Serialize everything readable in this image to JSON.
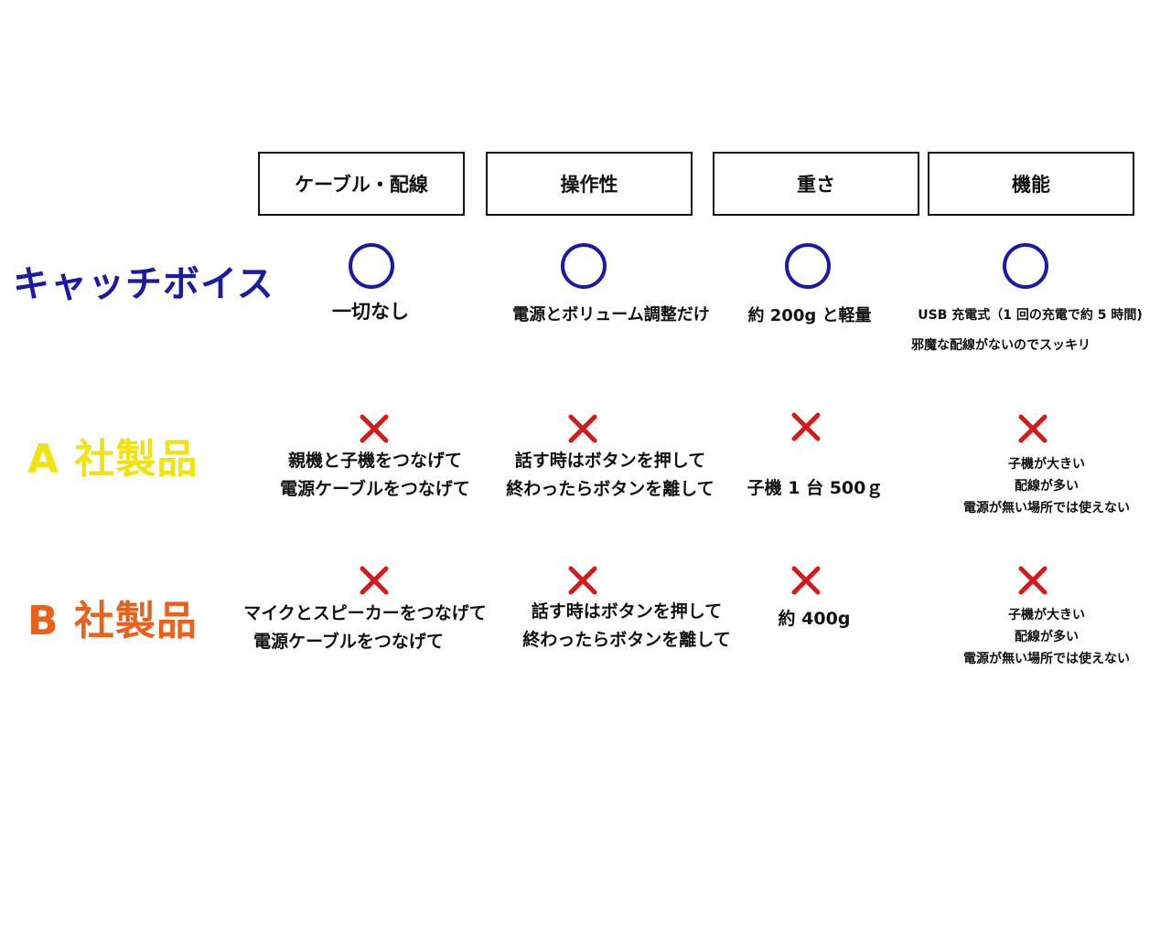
{
  "headers": [
    "ケーブル・配線",
    "操作性",
    "重さ",
    "機能"
  ],
  "colors": {
    "catchvoice_label": "#1a1aa8",
    "company_a_label": "#f2e20e",
    "company_b_label": "#e8621e",
    "circle": "#1a1aa8",
    "cross": "#d61a1a"
  },
  "rows": {
    "catchvoice": {
      "label": "キャッチボイス",
      "mark": "circle-icon",
      "cells": [
        [
          "一切なし"
        ],
        [
          "電源とボリューム調整だけ"
        ],
        [
          "約 200g と軽量"
        ],
        [
          "USB 充電式（1 回の充電で約 5 時間)",
          "邪魔な配線がないのでスッキリ"
        ]
      ]
    },
    "company_a": {
      "label": "A 社製品",
      "mark": "cross-icon",
      "cells": [
        [
          "親機と子機をつなげて",
          "電源ケーブルをつなげて"
        ],
        [
          "話す時はボタンを押して",
          "終わったらボタンを離して"
        ],
        [
          "子機 1 台 500ｇ"
        ],
        [
          "子機が大きい",
          "配線が多い",
          "電源が無い場所では使えない"
        ]
      ]
    },
    "company_b": {
      "label": "B 社製品",
      "mark": "cross-icon",
      "cells": [
        [
          "マイクとスピーカーをつなげて",
          "電源ケーブルをつなげて"
        ],
        [
          "話す時はボタンを押して",
          "終わったらボタンを離して"
        ],
        [
          "約 400g"
        ],
        [
          "子機が大きい",
          "配線が多い",
          "電源が無い場所では使えない"
        ]
      ]
    }
  }
}
